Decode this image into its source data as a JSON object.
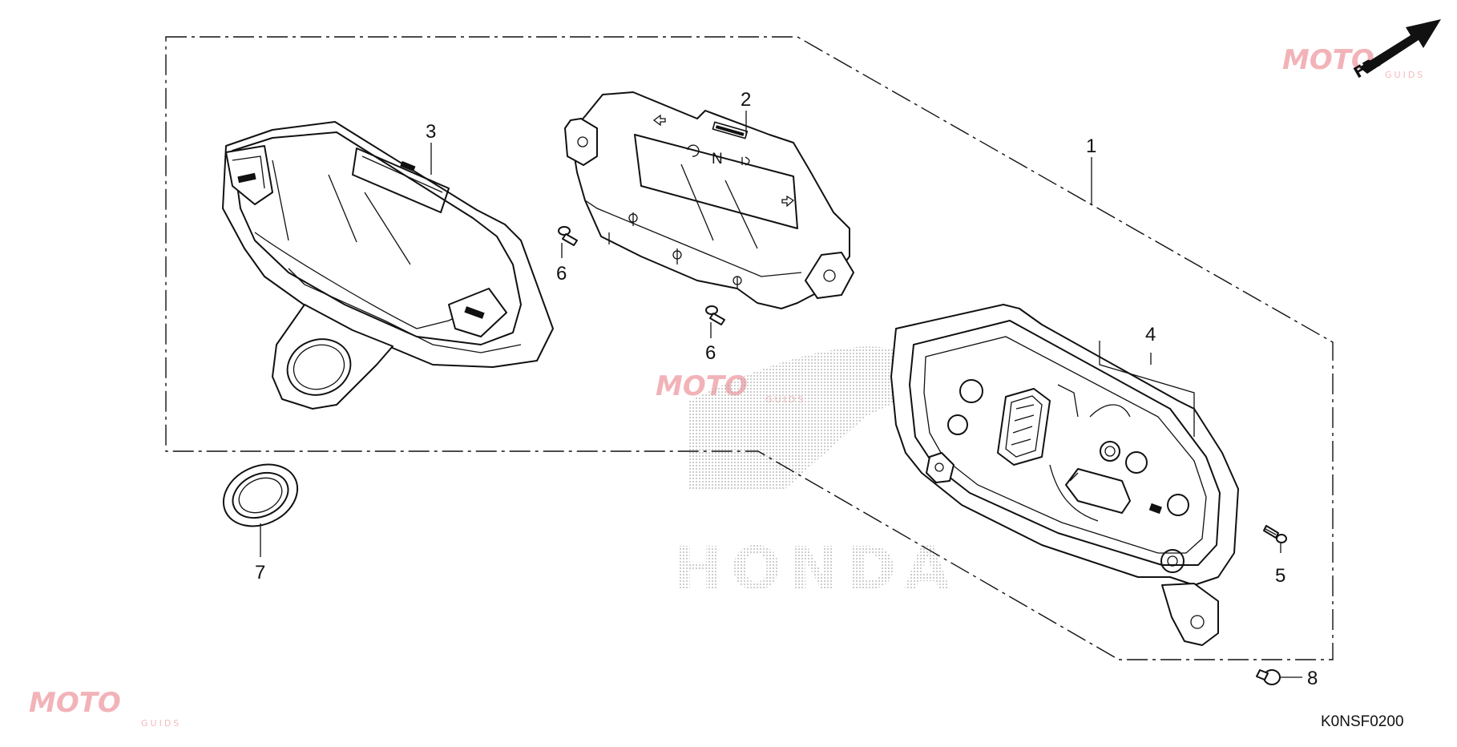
{
  "callouts": [
    {
      "id": "1",
      "label": "1"
    },
    {
      "id": "2",
      "label": "2"
    },
    {
      "id": "3",
      "label": "3"
    },
    {
      "id": "4",
      "label": "4"
    },
    {
      "id": "5",
      "label": "5"
    },
    {
      "id": "6a",
      "label": "6"
    },
    {
      "id": "6b",
      "label": "6"
    },
    {
      "id": "7",
      "label": "7"
    },
    {
      "id": "8",
      "label": "8"
    }
  ],
  "indicators": {
    "neutral": "N"
  },
  "diagram_code": "K0NSF0200",
  "direction_marker": "FR.",
  "brand_watermark": "HONDA",
  "watermark": {
    "logo": "MOTO",
    "sub": "GUIDS",
    "color": "#f2b3b8"
  }
}
